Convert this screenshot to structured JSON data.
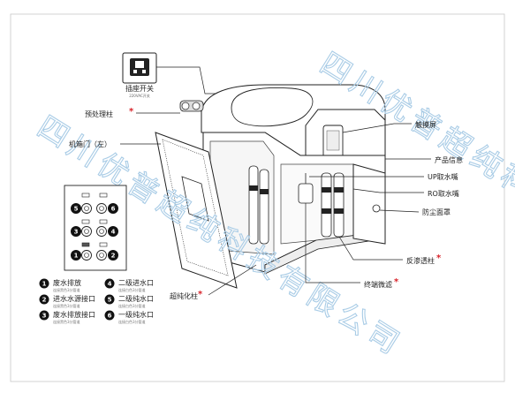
{
  "watermark": {
    "line1": "四川优普超纯科技",
    "line2": "四川优普超纯科技有限公司"
  },
  "callouts": {
    "power_switch": "插座开关",
    "power_switch_sub": "220VAC开关",
    "pre_column": "预处理柱",
    "cabinet_door": "机箱门（左）",
    "touch_screen": "触摸屏",
    "product_info": "产品信息",
    "up_outlet": "UP取水嘴",
    "ro_outlet": "RO取水嘴",
    "dust_cover": "防尘面罩",
    "ro_column": "反渗透柱",
    "terminal_filter": "终端微滤",
    "ultra_column": "超纯化柱",
    "required_mark": "*"
  },
  "ports_legend": [
    {
      "num": "1",
      "label": "废水排放",
      "sub": "连接黑色3分管道"
    },
    {
      "num": "2",
      "label": "进水水源接口",
      "sub": "连接黑色3分管道"
    },
    {
      "num": "3",
      "label": "废水排放接口",
      "sub": "连接黑色3分管道"
    },
    {
      "num": "4",
      "label": "二级进水口",
      "sub": "连接白色3分管道"
    },
    {
      "num": "5",
      "label": "二级纯水口",
      "sub": "连接白色3分管道"
    },
    {
      "num": "6",
      "label": "一级纯水口",
      "sub": "连接白色3分管道"
    }
  ],
  "port_panel": {
    "row1": [
      "5",
      "6"
    ],
    "row2": [
      "3",
      "4"
    ],
    "row3": [
      "1",
      "2"
    ]
  },
  "colors": {
    "outline": "#222222",
    "star": "#d8232a",
    "watermark": "#a9cce6",
    "port_badge": "#111111"
  }
}
